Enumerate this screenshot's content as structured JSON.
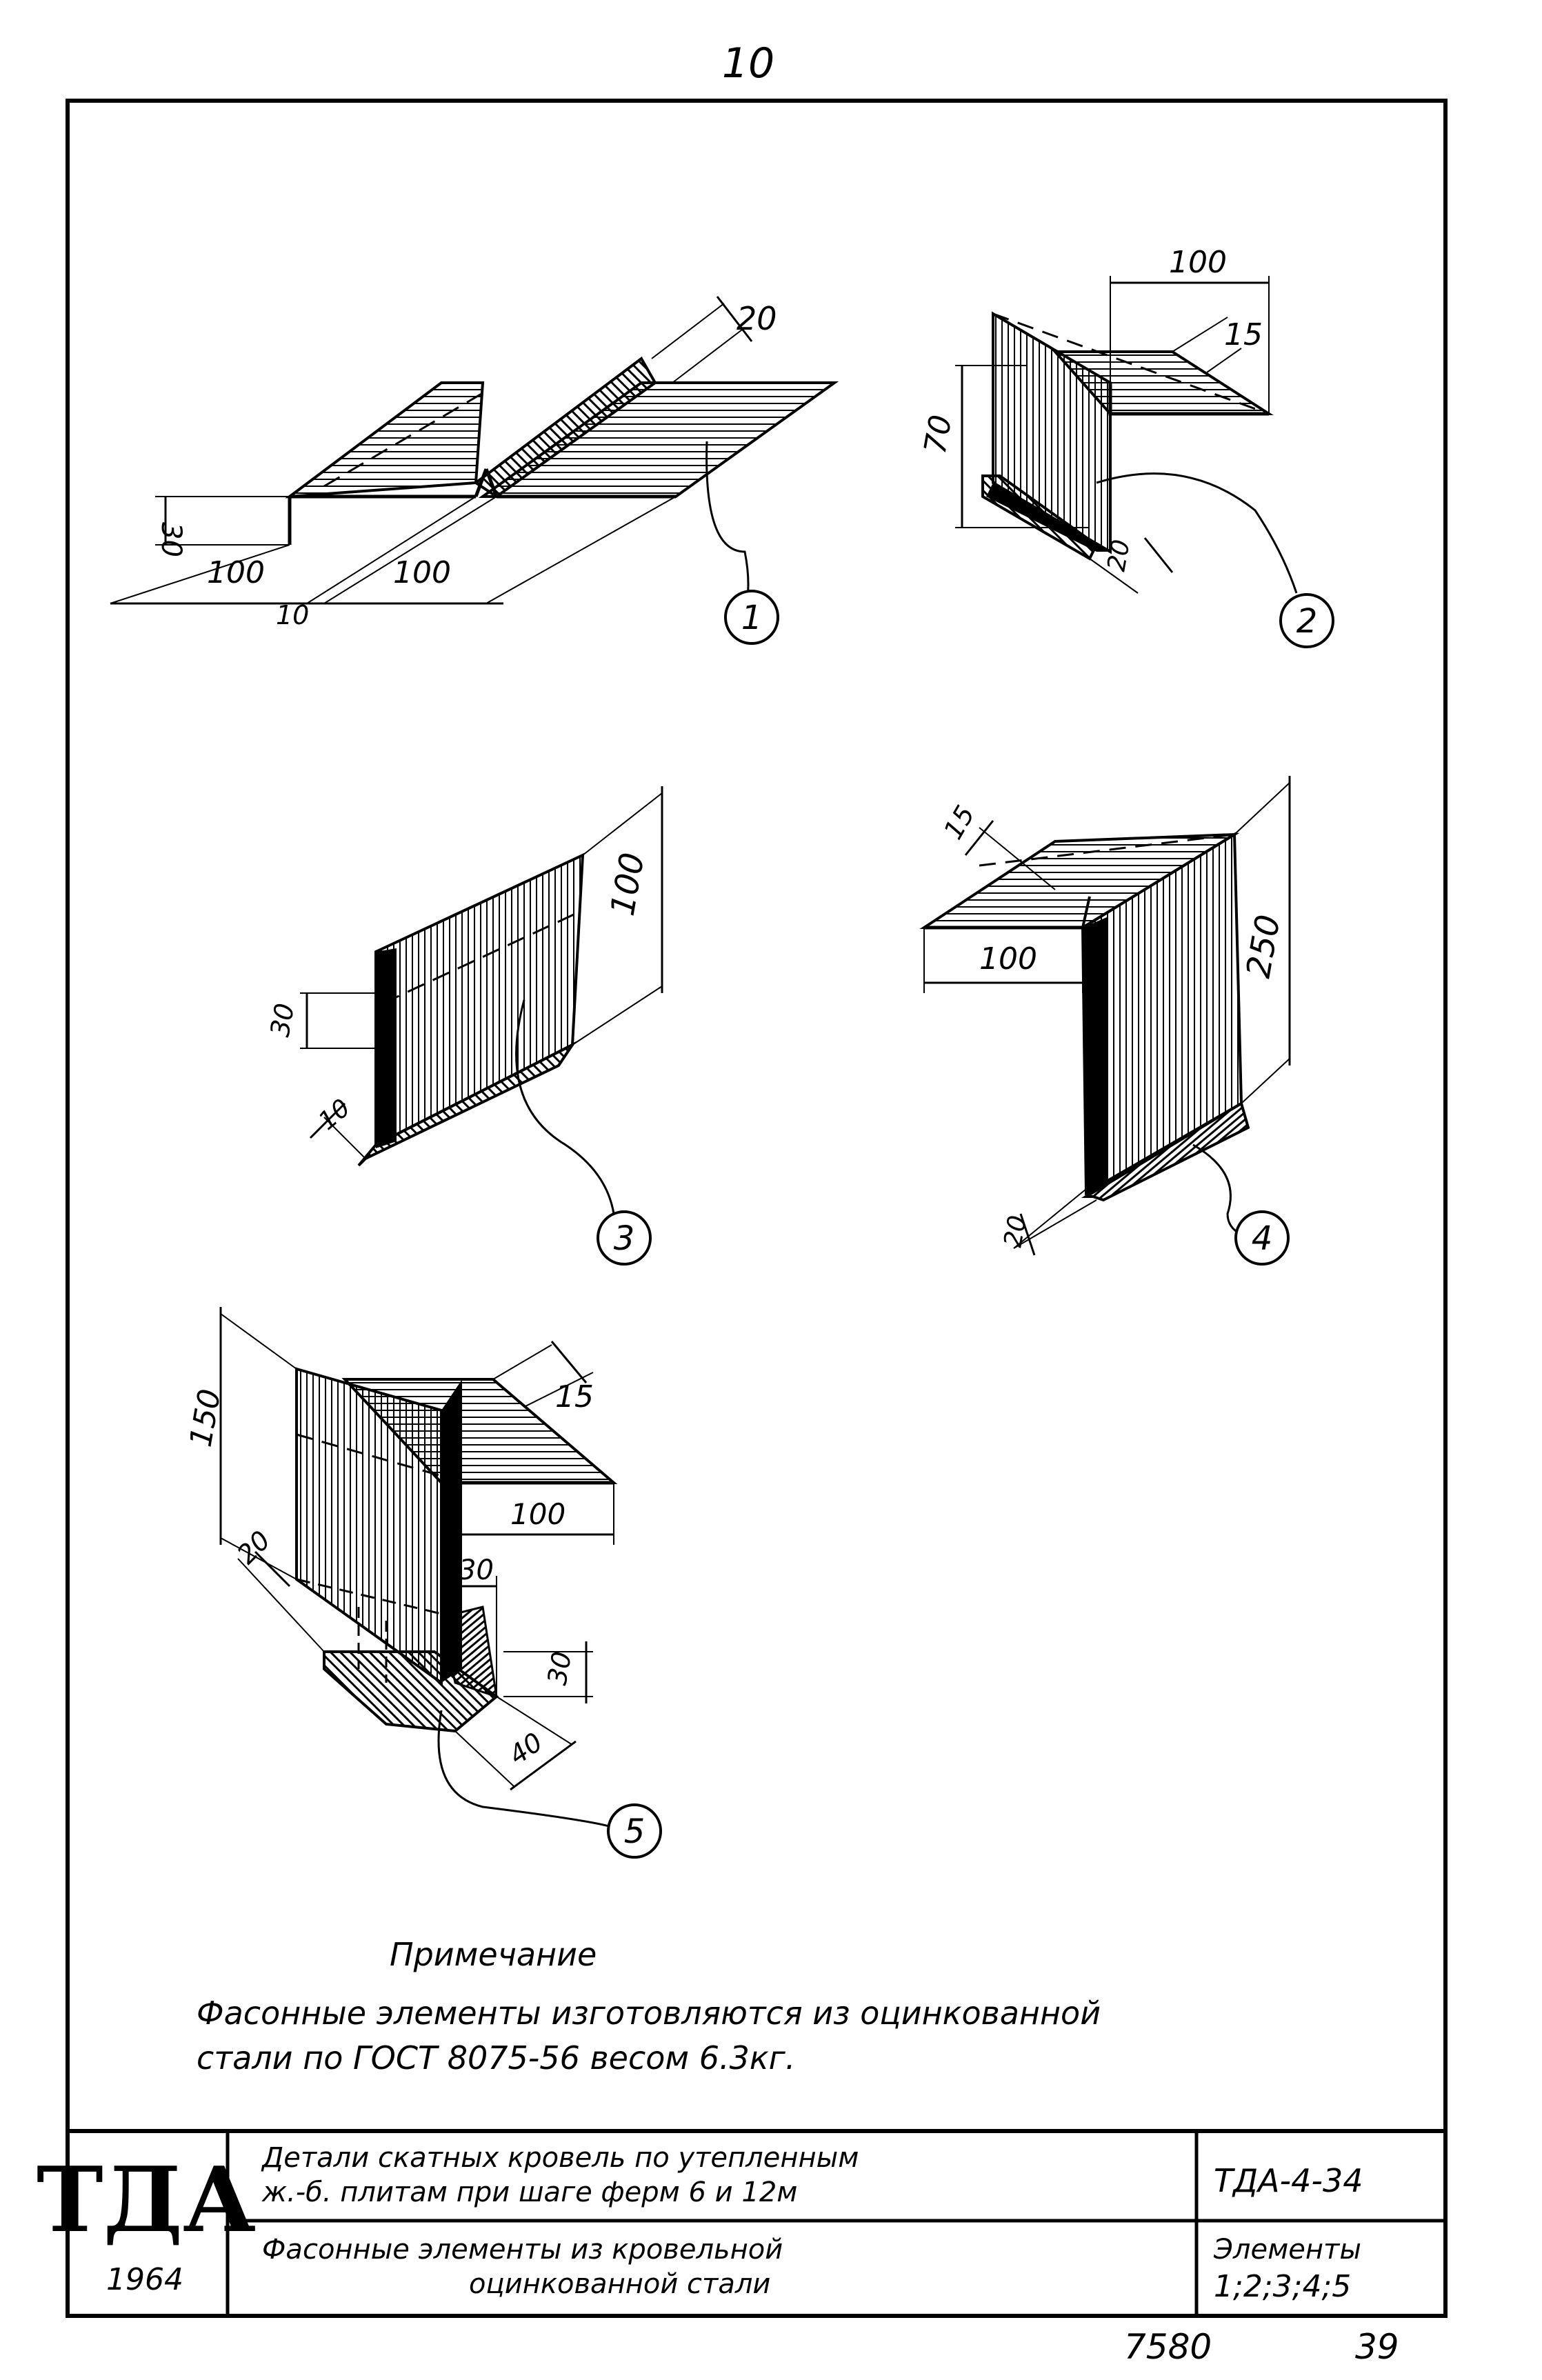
{
  "sheet": {
    "top_number": "10",
    "bottom_code": "7580",
    "page_number": "39"
  },
  "elements": [
    {
      "id": "1",
      "label": "1",
      "dims": [
        "20",
        "30",
        "100",
        "10",
        "100"
      ]
    },
    {
      "id": "2",
      "label": "2",
      "dims": [
        "100",
        "15",
        "70",
        "20"
      ]
    },
    {
      "id": "3",
      "label": "3",
      "dims": [
        "100",
        "30",
        "10"
      ]
    },
    {
      "id": "4",
      "label": "4",
      "dims": [
        "15",
        "100",
        "250",
        "20"
      ]
    },
    {
      "id": "5",
      "label": "5",
      "dims": [
        "150",
        "15",
        "100",
        "20",
        "30",
        "30",
        "40"
      ]
    }
  ],
  "note": {
    "heading": "Примечание",
    "line1": "Фасонные элементы изготовляются из оцинкованной",
    "line2": "стали по ГОСТ 8075-56 весом 6.3кг."
  },
  "title_block": {
    "logo": "ТДА",
    "year": "1964",
    "title_line1": "Детали скатных кровель по утепленным",
    "title_line2": "ж.-б. плитам при шаге ферм 6 и 12м",
    "subtitle_line1": "Фасонные элементы из кровельной",
    "subtitle_line2": "оцинкованной стали",
    "code": "ТДА-4-34",
    "elements_label": "Элементы",
    "elements_list": "1;2;3;4;5"
  }
}
